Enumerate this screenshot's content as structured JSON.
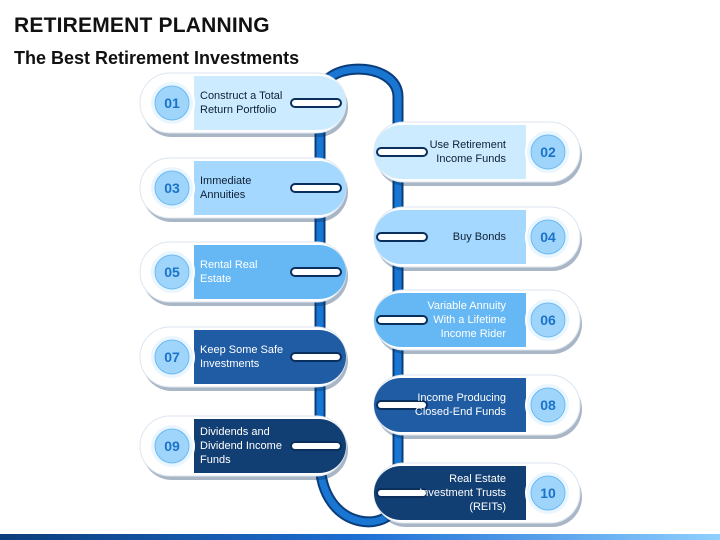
{
  "header": {
    "title": "RETIREMENT PLANNING",
    "subtitle": "The Best Retirement Investments"
  },
  "colors": {
    "shade_1": "#cdebff",
    "shade_2": "#a5d8ff",
    "shade_3": "#66b8f5",
    "shade_4": "#1f5ca3",
    "shade_5": "#123f73",
    "chain": "#1976d2",
    "number_text": "#1a73c8"
  },
  "items": [
    {
      "number": "01",
      "text": "Construct a Total Return Portfolio",
      "side": "left",
      "shade": 1
    },
    {
      "number": "02",
      "text": "Use Retirement Income Funds",
      "side": "right",
      "shade": 1
    },
    {
      "number": "03",
      "text": "Immediate Annuities",
      "side": "left",
      "shade": 2
    },
    {
      "number": "04",
      "text": "Buy Bonds",
      "side": "right",
      "shade": 2
    },
    {
      "number": "05",
      "text": "Rental Real Estate",
      "side": "left",
      "shade": 3
    },
    {
      "number": "06",
      "text": "Variable Annuity With a Lifetime Income Rider",
      "side": "right",
      "shade": 3
    },
    {
      "number": "07",
      "text": "Keep Some Safe Investments",
      "side": "left",
      "shade": 4
    },
    {
      "number": "08",
      "text": "Income Producing Closed-End Funds",
      "side": "right",
      "shade": 4
    },
    {
      "number": "09",
      "text": "Dividends and Dividend Income Funds",
      "side": "left",
      "shade": 5
    },
    {
      "number": "10",
      "text": "Real Estate Investment Trusts (REITs)",
      "side": "right",
      "shade": 5
    }
  ]
}
